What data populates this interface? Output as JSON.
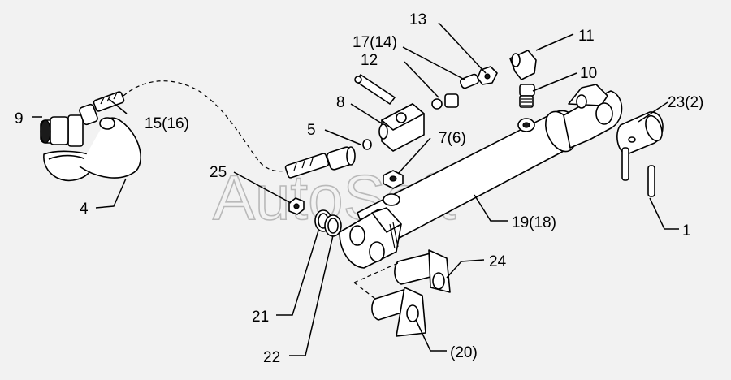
{
  "watermark": "AutoSoft",
  "callouts": {
    "c1": "1",
    "c4": "4",
    "c5": "5",
    "c7": "7(6)",
    "c8": "8",
    "c9": "9",
    "c10": "10",
    "c11": "11",
    "c12": "12",
    "c13": "13",
    "c15": "15(16)",
    "c17": "17(14)",
    "c19": "19(18)",
    "c20": "(20)",
    "c21": "21",
    "c22": "22",
    "c23": "23(2)",
    "c24": "24",
    "c25": "25"
  }
}
